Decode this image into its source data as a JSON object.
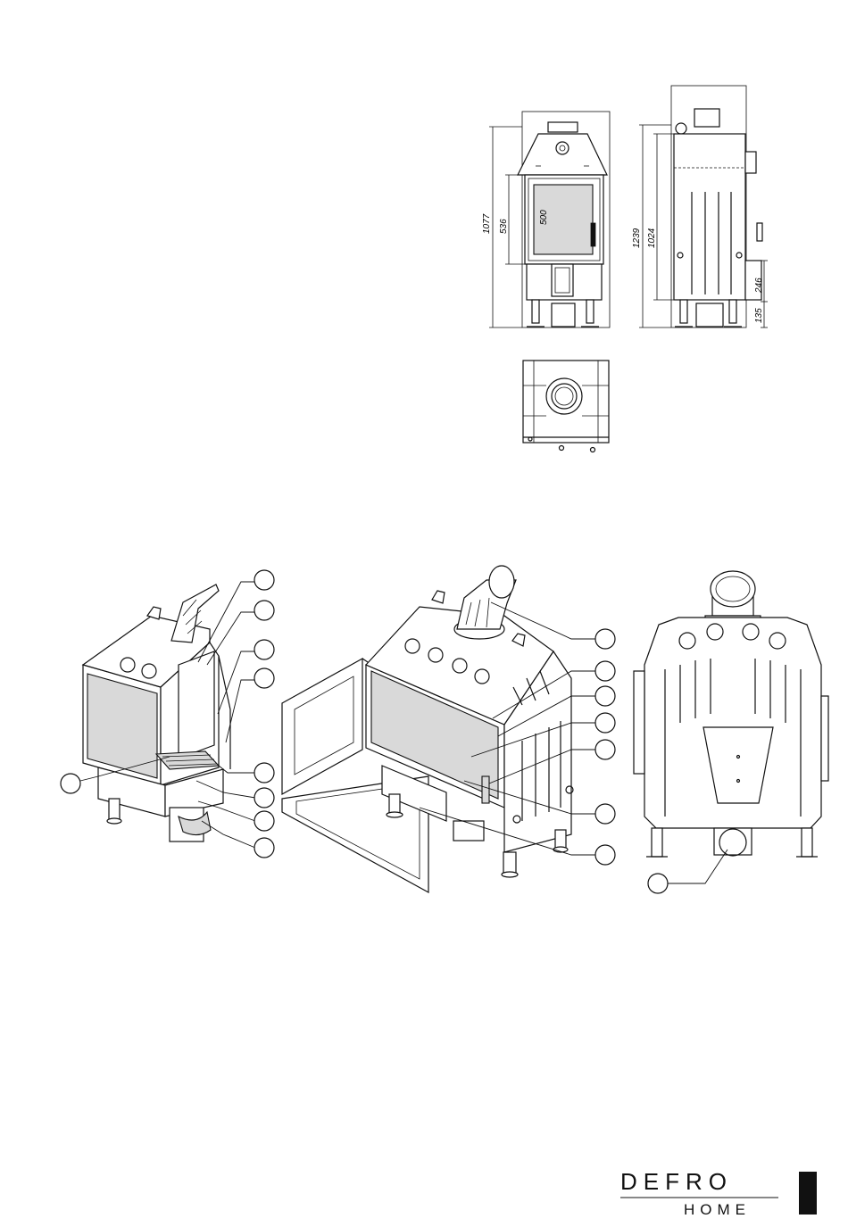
{
  "dimensions": {
    "front_height_total": "1077",
    "front_door_height": "536",
    "front_glass_height": "500",
    "side_height_total": "1239",
    "side_body_height": "1024",
    "side_lower_block": "246",
    "side_leg_height": "135"
  },
  "brand": {
    "line1": "DEFRO",
    "line2": "HOME"
  },
  "callouts": {
    "left_view": 9,
    "middle_view": 7,
    "right_view": 1
  }
}
